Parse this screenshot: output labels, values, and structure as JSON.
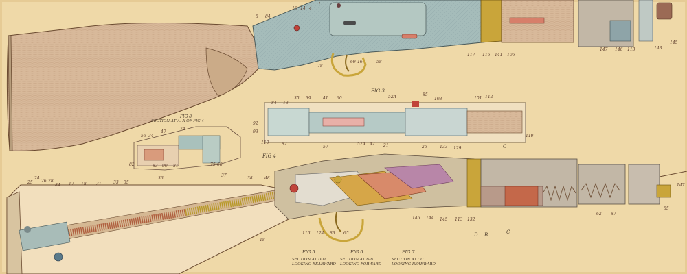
{
  "figures": {
    "fig3": "FIG 3",
    "fig4": "FIG 4",
    "fig5": "FIG 5",
    "fig6": "FIG 6",
    "fig7": "FIG 7",
    "fig8": "FIG 8"
  },
  "captions": {
    "fig8_line": "SECTION AT A. A OF FIG 4",
    "fig5_a": "SECTION AT D-D",
    "fig5_b": "LOOKING REARWARD",
    "fig6_a": "SECTION AT B-B",
    "fig6_b": "LOOKING FORWARD",
    "fig7_a": "SECTION AT CC",
    "fig7_b": "LOOKING REARWARD"
  },
  "section_marks": {
    "c": "C",
    "d": "D",
    "b": "B",
    "c2": "C"
  },
  "part_numbers": {
    "top": [
      "8",
      "84",
      "16",
      "14",
      "4",
      "1",
      "147",
      "146",
      "113",
      "143",
      "145",
      "117",
      "116",
      "141",
      "106",
      "78",
      "69",
      "16",
      "58"
    ],
    "fig3": [
      "84",
      "13",
      "35",
      "39",
      "41",
      "60",
      "52A",
      "85",
      "103",
      "101",
      "112",
      "92",
      "93",
      "110",
      "82",
      "110"
    ],
    "fig8": [
      "56",
      "34",
      "47",
      "74",
      "82",
      "83",
      "90",
      "81",
      "75",
      "68"
    ],
    "fig4": [
      "25",
      "24",
      "26",
      "28",
      "84",
      "17",
      "18",
      "31",
      "33",
      "35",
      "36",
      "37",
      "38",
      "48",
      "57",
      "52A",
      "42",
      "21",
      "25",
      "133",
      "129",
      "62",
      "87",
      "85",
      "147",
      "146",
      "144",
      "145",
      "113",
      "132",
      "18",
      "116",
      "124",
      "83",
      "65"
    ]
  },
  "colors": {
    "paper": "#efd9a8",
    "wood": "#d8b99a",
    "steel": "#9fb6b8",
    "brass": "#c9a53a",
    "copper": "#c8765a",
    "spring": "#b89a2a",
    "ink": "#3a2a1a"
  }
}
